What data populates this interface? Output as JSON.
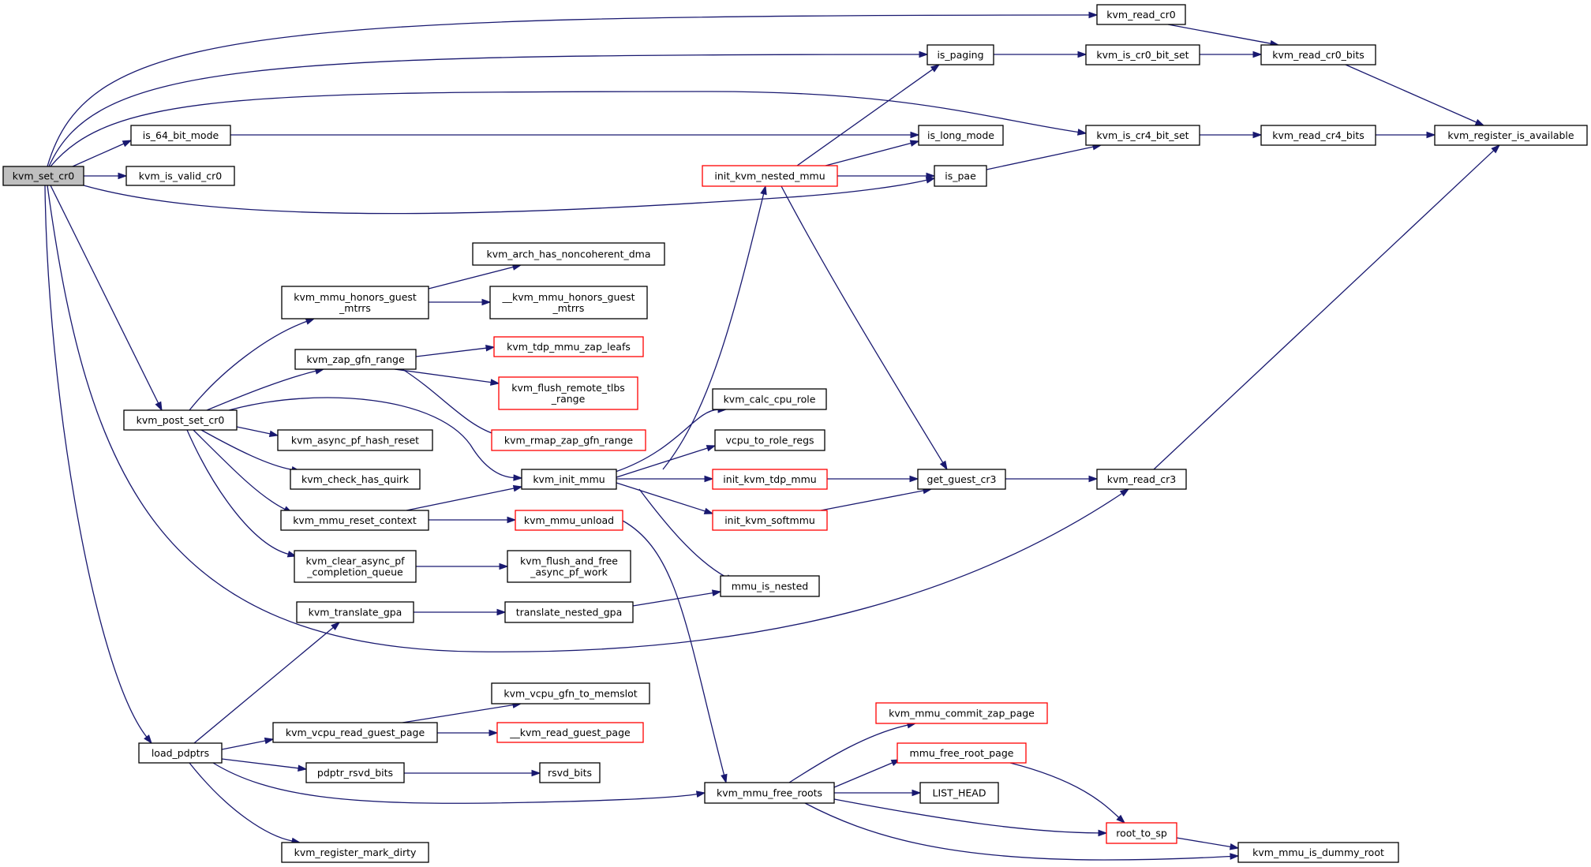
{
  "graph": {
    "title": "",
    "colors": {
      "edge": "#191970",
      "node_border": "#000000",
      "incomplete_border": "#ff0000",
      "root_fill": "#bfbfbf",
      "background": "#ffffff"
    },
    "nodes": [
      {
        "id": "kvm_set_cr0",
        "lines": [
          "kvm_set_cr0"
        ],
        "style": "root"
      },
      {
        "id": "is_64_bit_mode",
        "lines": [
          "is_64_bit_mode"
        ],
        "style": "normal"
      },
      {
        "id": "kvm_is_valid_cr0",
        "lines": [
          "kvm_is_valid_cr0"
        ],
        "style": "normal"
      },
      {
        "id": "kvm_post_set_cr0",
        "lines": [
          "kvm_post_set_cr0"
        ],
        "style": "normal"
      },
      {
        "id": "load_pdptrs",
        "lines": [
          "load_pdptrs"
        ],
        "style": "normal"
      },
      {
        "id": "kvm_mmu_honors_guest_mtrrs",
        "lines": [
          "kvm_mmu_honors_guest",
          "_mtrrs"
        ],
        "style": "normal"
      },
      {
        "id": "kvm_zap_gfn_range",
        "lines": [
          "kvm_zap_gfn_range"
        ],
        "style": "normal"
      },
      {
        "id": "kvm_async_pf_hash_reset",
        "lines": [
          "kvm_async_pf_hash_reset"
        ],
        "style": "normal"
      },
      {
        "id": "kvm_check_has_quirk",
        "lines": [
          "kvm_check_has_quirk"
        ],
        "style": "normal"
      },
      {
        "id": "kvm_mmu_reset_context",
        "lines": [
          "kvm_mmu_reset_context"
        ],
        "style": "normal"
      },
      {
        "id": "kvm_clear_async_pf_completion_queue",
        "lines": [
          "kvm_clear_async_pf",
          "_completion_queue"
        ],
        "style": "normal"
      },
      {
        "id": "kvm_translate_gpa",
        "lines": [
          "kvm_translate_gpa"
        ],
        "style": "normal"
      },
      {
        "id": "kvm_vcpu_read_guest_page",
        "lines": [
          "kvm_vcpu_read_guest_page"
        ],
        "style": "normal"
      },
      {
        "id": "pdptr_rsvd_bits",
        "lines": [
          "pdptr_rsvd_bits"
        ],
        "style": "normal"
      },
      {
        "id": "kvm_register_mark_dirty",
        "lines": [
          "kvm_register_mark_dirty"
        ],
        "style": "normal"
      },
      {
        "id": "kvm_arch_has_noncoherent_dma",
        "lines": [
          "kvm_arch_has_noncoherent_dma"
        ],
        "style": "normal"
      },
      {
        "id": "__kvm_mmu_honors_guest_mtrrs",
        "lines": [
          "__kvm_mmu_honors_guest",
          "_mtrrs"
        ],
        "style": "normal"
      },
      {
        "id": "kvm_tdp_mmu_zap_leafs",
        "lines": [
          "kvm_tdp_mmu_zap_leafs"
        ],
        "style": "red"
      },
      {
        "id": "kvm_flush_remote_tlbs_range",
        "lines": [
          "kvm_flush_remote_tlbs",
          "_range"
        ],
        "style": "red"
      },
      {
        "id": "kvm_rmap_zap_gfn_range",
        "lines": [
          "kvm_rmap_zap_gfn_range"
        ],
        "style": "red"
      },
      {
        "id": "kvm_init_mmu",
        "lines": [
          "kvm_init_mmu"
        ],
        "style": "normal"
      },
      {
        "id": "kvm_mmu_unload",
        "lines": [
          "kvm_mmu_unload"
        ],
        "style": "red"
      },
      {
        "id": "kvm_flush_and_free_async_pf_work",
        "lines": [
          "kvm_flush_and_free",
          "_async_pf_work"
        ],
        "style": "normal"
      },
      {
        "id": "translate_nested_gpa",
        "lines": [
          "translate_nested_gpa"
        ],
        "style": "normal"
      },
      {
        "id": "kvm_vcpu_gfn_to_memslot",
        "lines": [
          "kvm_vcpu_gfn_to_memslot"
        ],
        "style": "normal"
      },
      {
        "id": "__kvm_read_guest_page",
        "lines": [
          "__kvm_read_guest_page"
        ],
        "style": "red"
      },
      {
        "id": "rsvd_bits",
        "lines": [
          "rsvd_bits"
        ],
        "style": "normal"
      },
      {
        "id": "init_kvm_nested_mmu",
        "lines": [
          "init_kvm_nested_mmu"
        ],
        "style": "red"
      },
      {
        "id": "kvm_calc_cpu_role",
        "lines": [
          "kvm_calc_cpu_role"
        ],
        "style": "normal"
      },
      {
        "id": "vcpu_to_role_regs",
        "lines": [
          "vcpu_to_role_regs"
        ],
        "style": "normal"
      },
      {
        "id": "init_kvm_tdp_mmu",
        "lines": [
          "init_kvm_tdp_mmu"
        ],
        "style": "red"
      },
      {
        "id": "init_kvm_softmmu",
        "lines": [
          "init_kvm_softmmu"
        ],
        "style": "red"
      },
      {
        "id": "mmu_is_nested",
        "lines": [
          "mmu_is_nested"
        ],
        "style": "normal"
      },
      {
        "id": "kvm_mmu_free_roots",
        "lines": [
          "kvm_mmu_free_roots"
        ],
        "style": "normal"
      },
      {
        "id": "is_paging",
        "lines": [
          "is_paging"
        ],
        "style": "normal"
      },
      {
        "id": "is_long_mode",
        "lines": [
          "is_long_mode"
        ],
        "style": "normal"
      },
      {
        "id": "is_pae",
        "lines": [
          "is_pae"
        ],
        "style": "normal"
      },
      {
        "id": "get_guest_cr3",
        "lines": [
          "get_guest_cr3"
        ],
        "style": "normal"
      },
      {
        "id": "kvm_mmu_commit_zap_page",
        "lines": [
          "kvm_mmu_commit_zap_page"
        ],
        "style": "red"
      },
      {
        "id": "mmu_free_root_page",
        "lines": [
          "mmu_free_root_page"
        ],
        "style": "red"
      },
      {
        "id": "LIST_HEAD",
        "lines": [
          "LIST_HEAD"
        ],
        "style": "normal"
      },
      {
        "id": "kvm_read_cr0",
        "lines": [
          "kvm_read_cr0"
        ],
        "style": "normal"
      },
      {
        "id": "kvm_is_cr0_bit_set",
        "lines": [
          "kvm_is_cr0_bit_set"
        ],
        "style": "normal"
      },
      {
        "id": "kvm_is_cr4_bit_set",
        "lines": [
          "kvm_is_cr4_bit_set"
        ],
        "style": "normal"
      },
      {
        "id": "kvm_read_cr3",
        "lines": [
          "kvm_read_cr3"
        ],
        "style": "normal"
      },
      {
        "id": "root_to_sp",
        "lines": [
          "root_to_sp"
        ],
        "style": "red"
      },
      {
        "id": "kvm_read_cr0_bits",
        "lines": [
          "kvm_read_cr0_bits"
        ],
        "style": "normal"
      },
      {
        "id": "kvm_read_cr4_bits",
        "lines": [
          "kvm_read_cr4_bits"
        ],
        "style": "normal"
      },
      {
        "id": "kvm_mmu_is_dummy_root",
        "lines": [
          "kvm_mmu_is_dummy_root"
        ],
        "style": "normal"
      },
      {
        "id": "kvm_register_is_available",
        "lines": [
          "kvm_register_is_available"
        ],
        "style": "normal"
      }
    ],
    "edges": [
      {
        "from": "kvm_set_cr0",
        "to": "kvm_read_cr0"
      },
      {
        "from": "kvm_set_cr0",
        "to": "is_paging"
      },
      {
        "from": "kvm_set_cr0",
        "to": "kvm_is_cr4_bit_set"
      },
      {
        "from": "kvm_set_cr0",
        "to": "is_64_bit_mode"
      },
      {
        "from": "kvm_set_cr0",
        "to": "kvm_is_valid_cr0"
      },
      {
        "from": "kvm_set_cr0",
        "to": "is_pae"
      },
      {
        "from": "kvm_set_cr0",
        "to": "kvm_post_set_cr0"
      },
      {
        "from": "kvm_set_cr0",
        "to": "kvm_read_cr3"
      },
      {
        "from": "kvm_set_cr0",
        "to": "load_pdptrs"
      },
      {
        "from": "is_64_bit_mode",
        "to": "is_long_mode"
      },
      {
        "from": "kvm_post_set_cr0",
        "to": "kvm_mmu_honors_guest_mtrrs"
      },
      {
        "from": "kvm_post_set_cr0",
        "to": "kvm_zap_gfn_range"
      },
      {
        "from": "kvm_post_set_cr0",
        "to": "kvm_init_mmu"
      },
      {
        "from": "kvm_post_set_cr0",
        "to": "kvm_async_pf_hash_reset"
      },
      {
        "from": "kvm_post_set_cr0",
        "to": "kvm_check_has_quirk"
      },
      {
        "from": "kvm_post_set_cr0",
        "to": "kvm_mmu_reset_context"
      },
      {
        "from": "kvm_post_set_cr0",
        "to": "kvm_clear_async_pf_completion_queue"
      },
      {
        "from": "kvm_mmu_honors_guest_mtrrs",
        "to": "kvm_arch_has_noncoherent_dma"
      },
      {
        "from": "kvm_mmu_honors_guest_mtrrs",
        "to": "__kvm_mmu_honors_guest_mtrrs"
      },
      {
        "from": "kvm_zap_gfn_range",
        "to": "kvm_tdp_mmu_zap_leafs"
      },
      {
        "from": "kvm_zap_gfn_range",
        "to": "kvm_flush_remote_tlbs_range"
      },
      {
        "from": "kvm_zap_gfn_range",
        "to": "kvm_rmap_zap_gfn_range"
      },
      {
        "from": "kvm_mmu_reset_context",
        "to": "kvm_init_mmu"
      },
      {
        "from": "kvm_mmu_reset_context",
        "to": "kvm_mmu_unload"
      },
      {
        "from": "kvm_clear_async_pf_completion_queue",
        "to": "kvm_flush_and_free_async_pf_work"
      },
      {
        "from": "kvm_init_mmu",
        "to": "init_kvm_nested_mmu"
      },
      {
        "from": "kvm_init_mmu",
        "to": "kvm_calc_cpu_role"
      },
      {
        "from": "kvm_init_mmu",
        "to": "vcpu_to_role_regs"
      },
      {
        "from": "kvm_init_mmu",
        "to": "init_kvm_tdp_mmu"
      },
      {
        "from": "kvm_init_mmu",
        "to": "init_kvm_softmmu"
      },
      {
        "from": "kvm_init_mmu",
        "to": "mmu_is_nested"
      },
      {
        "from": "kvm_mmu_unload",
        "to": "kvm_mmu_free_roots"
      },
      {
        "from": "kvm_translate_gpa",
        "to": "translate_nested_gpa"
      },
      {
        "from": "translate_nested_gpa",
        "to": "mmu_is_nested"
      },
      {
        "from": "load_pdptrs",
        "to": "kvm_translate_gpa"
      },
      {
        "from": "load_pdptrs",
        "to": "kvm_vcpu_read_guest_page"
      },
      {
        "from": "load_pdptrs",
        "to": "pdptr_rsvd_bits"
      },
      {
        "from": "load_pdptrs",
        "to": "kvm_mmu_free_roots"
      },
      {
        "from": "load_pdptrs",
        "to": "kvm_register_mark_dirty"
      },
      {
        "from": "kvm_vcpu_read_guest_page",
        "to": "kvm_vcpu_gfn_to_memslot"
      },
      {
        "from": "kvm_vcpu_read_guest_page",
        "to": "__kvm_read_guest_page"
      },
      {
        "from": "pdptr_rsvd_bits",
        "to": "rsvd_bits"
      },
      {
        "from": "init_kvm_nested_mmu",
        "to": "is_paging"
      },
      {
        "from": "init_kvm_nested_mmu",
        "to": "is_long_mode"
      },
      {
        "from": "init_kvm_nested_mmu",
        "to": "is_pae"
      },
      {
        "from": "init_kvm_nested_mmu",
        "to": "get_guest_cr3"
      },
      {
        "from": "init_kvm_tdp_mmu",
        "to": "get_guest_cr3"
      },
      {
        "from": "init_kvm_softmmu",
        "to": "get_guest_cr3"
      },
      {
        "from": "kvm_mmu_free_roots",
        "to": "kvm_mmu_commit_zap_page"
      },
      {
        "from": "kvm_mmu_free_roots",
        "to": "mmu_free_root_page"
      },
      {
        "from": "kvm_mmu_free_roots",
        "to": "LIST_HEAD"
      },
      {
        "from": "kvm_mmu_free_roots",
        "to": "root_to_sp"
      },
      {
        "from": "kvm_mmu_free_roots",
        "to": "kvm_mmu_is_dummy_root"
      },
      {
        "from": "mmu_free_root_page",
        "to": "root_to_sp"
      },
      {
        "from": "is_paging",
        "to": "kvm_is_cr0_bit_set"
      },
      {
        "from": "is_pae",
        "to": "kvm_is_cr4_bit_set"
      },
      {
        "from": "get_guest_cr3",
        "to": "kvm_read_cr3"
      },
      {
        "from": "kvm_read_cr0",
        "to": "kvm_read_cr0_bits"
      },
      {
        "from": "kvm_is_cr0_bit_set",
        "to": "kvm_read_cr0_bits"
      },
      {
        "from": "kvm_is_cr4_bit_set",
        "to": "kvm_read_cr4_bits"
      },
      {
        "from": "kvm_read_cr3",
        "to": "kvm_register_is_available"
      },
      {
        "from": "kvm_read_cr0_bits",
        "to": "kvm_register_is_available"
      },
      {
        "from": "kvm_read_cr4_bits",
        "to": "kvm_register_is_available"
      },
      {
        "from": "root_to_sp",
        "to": "kvm_mmu_is_dummy_root"
      }
    ]
  }
}
